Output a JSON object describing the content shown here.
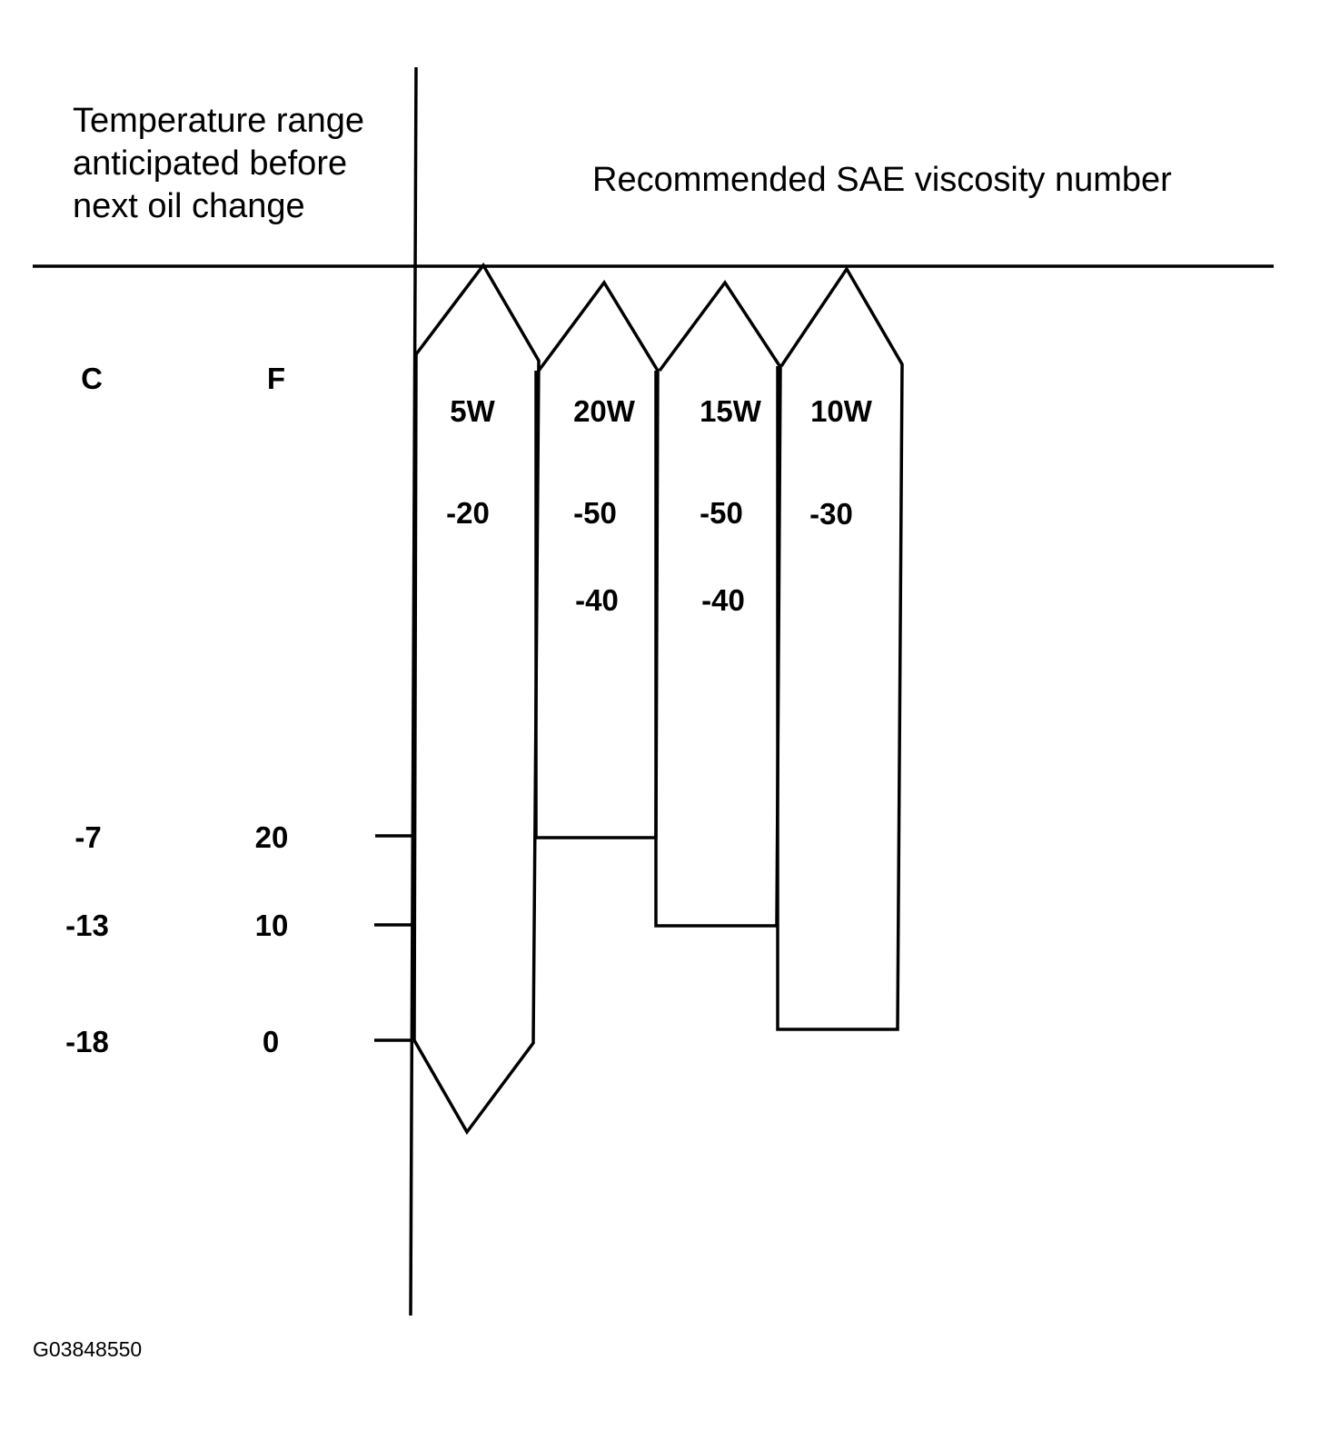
{
  "header": {
    "left_line1": "Temperature range",
    "left_line2": "anticipated before",
    "left_line3": "next oil change",
    "right": "Recommended SAE viscosity number"
  },
  "scale": {
    "celsius_heading": "C",
    "fahrenheit_heading": "F",
    "ticks": [
      {
        "c": "-7",
        "f": "20"
      },
      {
        "c": "-13",
        "f": "10"
      },
      {
        "c": "-18",
        "f": "0"
      }
    ]
  },
  "grades": [
    {
      "name": "5W",
      "line1": "-20",
      "line2": ""
    },
    {
      "name": "20W",
      "line1": "-50",
      "line2": "-40"
    },
    {
      "name": "15W",
      "line1": "-50",
      "line2": "-40"
    },
    {
      "name": "10W",
      "line1": "-30",
      "line2": ""
    }
  ],
  "figure_code": "G03848550"
}
